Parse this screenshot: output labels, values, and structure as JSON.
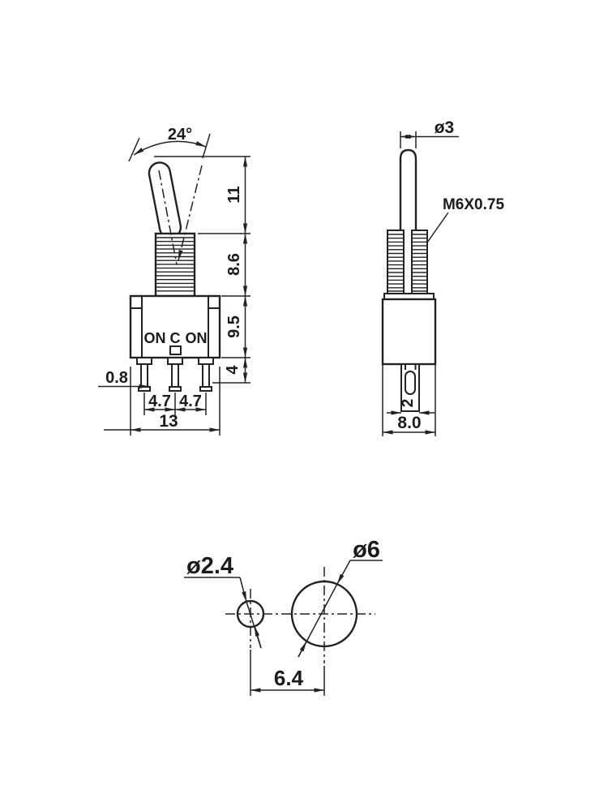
{
  "title": "Toggle switch technical drawing",
  "colors": {
    "background": "#ffffff",
    "line": "#222222",
    "text": "#1b1b1b"
  },
  "front_view": {
    "angle_label": "24°",
    "dims": {
      "lever_height": "11",
      "bushing_height": "8.6",
      "body_height": "9.5",
      "terminal_height": "4",
      "terminal_thickness": "0.8",
      "pin_pitch_left": "4.7",
      "pin_pitch_right": "4.7",
      "body_width": "13"
    },
    "markings": {
      "left": "ON",
      "center": "C",
      "right": "ON"
    }
  },
  "side_view": {
    "thread_spec": "M6X0.75",
    "dims": {
      "lever_diameter": "ø3",
      "terminal_width": "2",
      "body_depth": "8.0"
    }
  },
  "bottom_view": {
    "dims": {
      "small_hole_diameter": "ø2.4",
      "large_hole_diameter": "ø6",
      "hole_spacing": "6.4"
    }
  }
}
